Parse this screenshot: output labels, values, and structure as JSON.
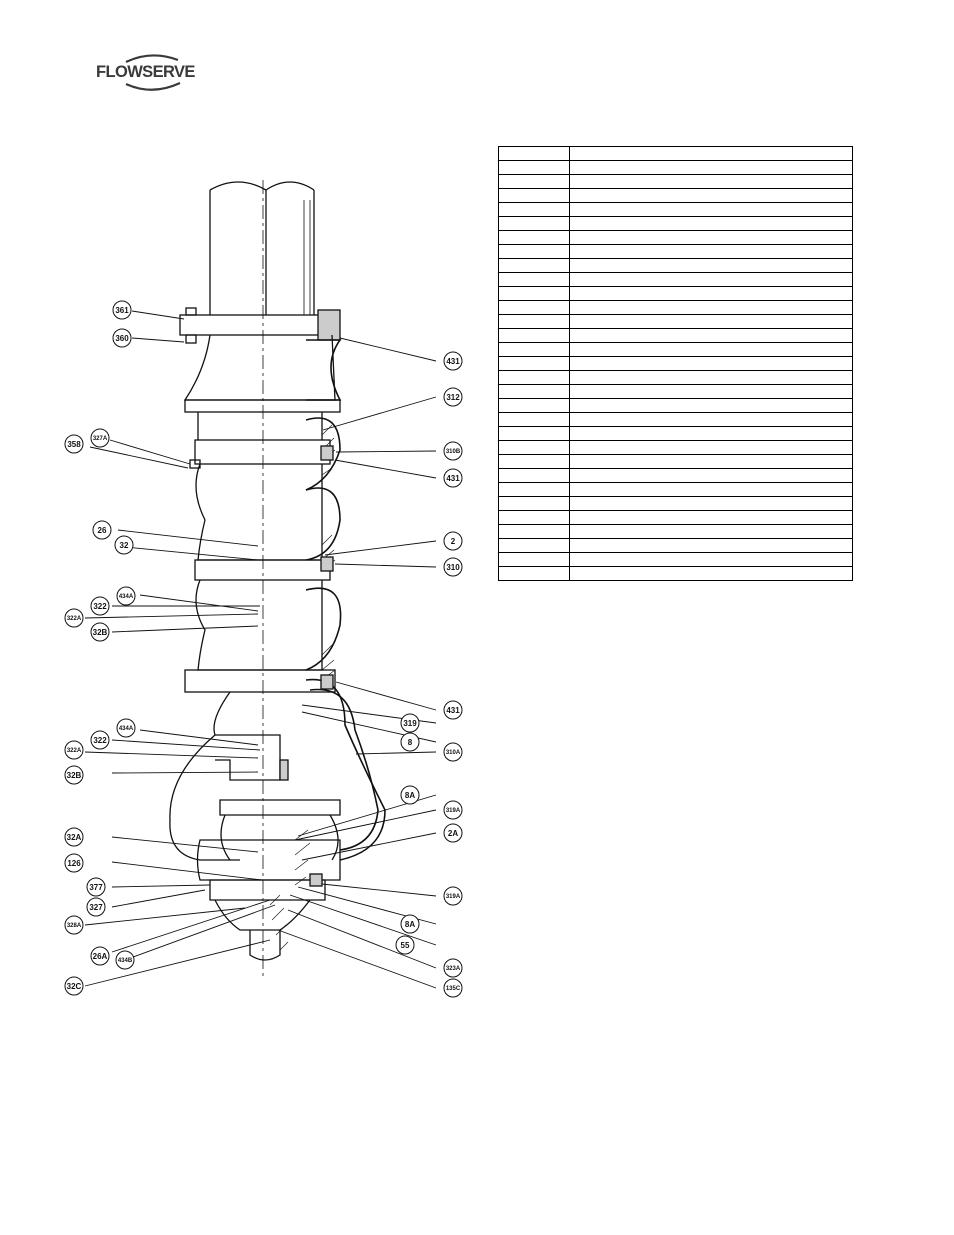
{
  "logo": {
    "name": "FLOWSERVE"
  },
  "drawing": {
    "callouts_left": [
      "361",
      "360",
      "327A",
      "358",
      "26",
      "32",
      "434A",
      "322",
      "322A",
      "32B",
      "434A",
      "322",
      "322A",
      "32B",
      "32A",
      "126",
      "377",
      "327",
      "328A",
      "26A",
      "434B",
      "32C"
    ],
    "callouts_right": [
      "431",
      "312",
      "310B",
      "431",
      "2",
      "310",
      "431",
      "319",
      "8",
      "310A",
      "8A",
      "319A",
      "2A",
      "319A",
      "8A",
      "55",
      "323A",
      "135C"
    ]
  },
  "parts_table": {
    "row_count": 31
  }
}
